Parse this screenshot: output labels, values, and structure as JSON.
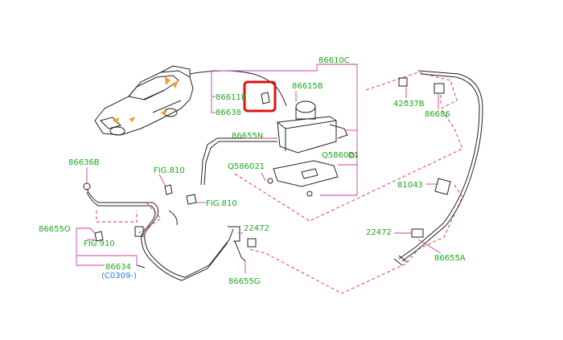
{
  "labels": {
    "p86610C": "86610C",
    "p86615B": "86615B",
    "p86611B": "86611B",
    "p86638": "86638",
    "p86655N": "86655N",
    "q586021a": "Q586021",
    "q586021b": "Q586021",
    "p86636B": "86636B",
    "fig810a": "FIG.810",
    "fig810b": "FIG.810",
    "p86655O": "86655O",
    "fig910": "FIG 910",
    "p86634": "86634",
    "c0309": "(C0309-)",
    "p22472a": "22472",
    "p86655G": "86655G",
    "p42037B": "42037B",
    "p86686": "86686",
    "p81043": "81043",
    "p22472b": "22472",
    "p86655A": "86655A"
  },
  "colors": {
    "label_green": "#1aa81a",
    "label_blue": "#2a78d8",
    "leader_magenta": "#d43aa6",
    "dashed_red": "#e0284a",
    "highlight_red": "#e01010",
    "car_accent_orange": "#f0a020"
  }
}
